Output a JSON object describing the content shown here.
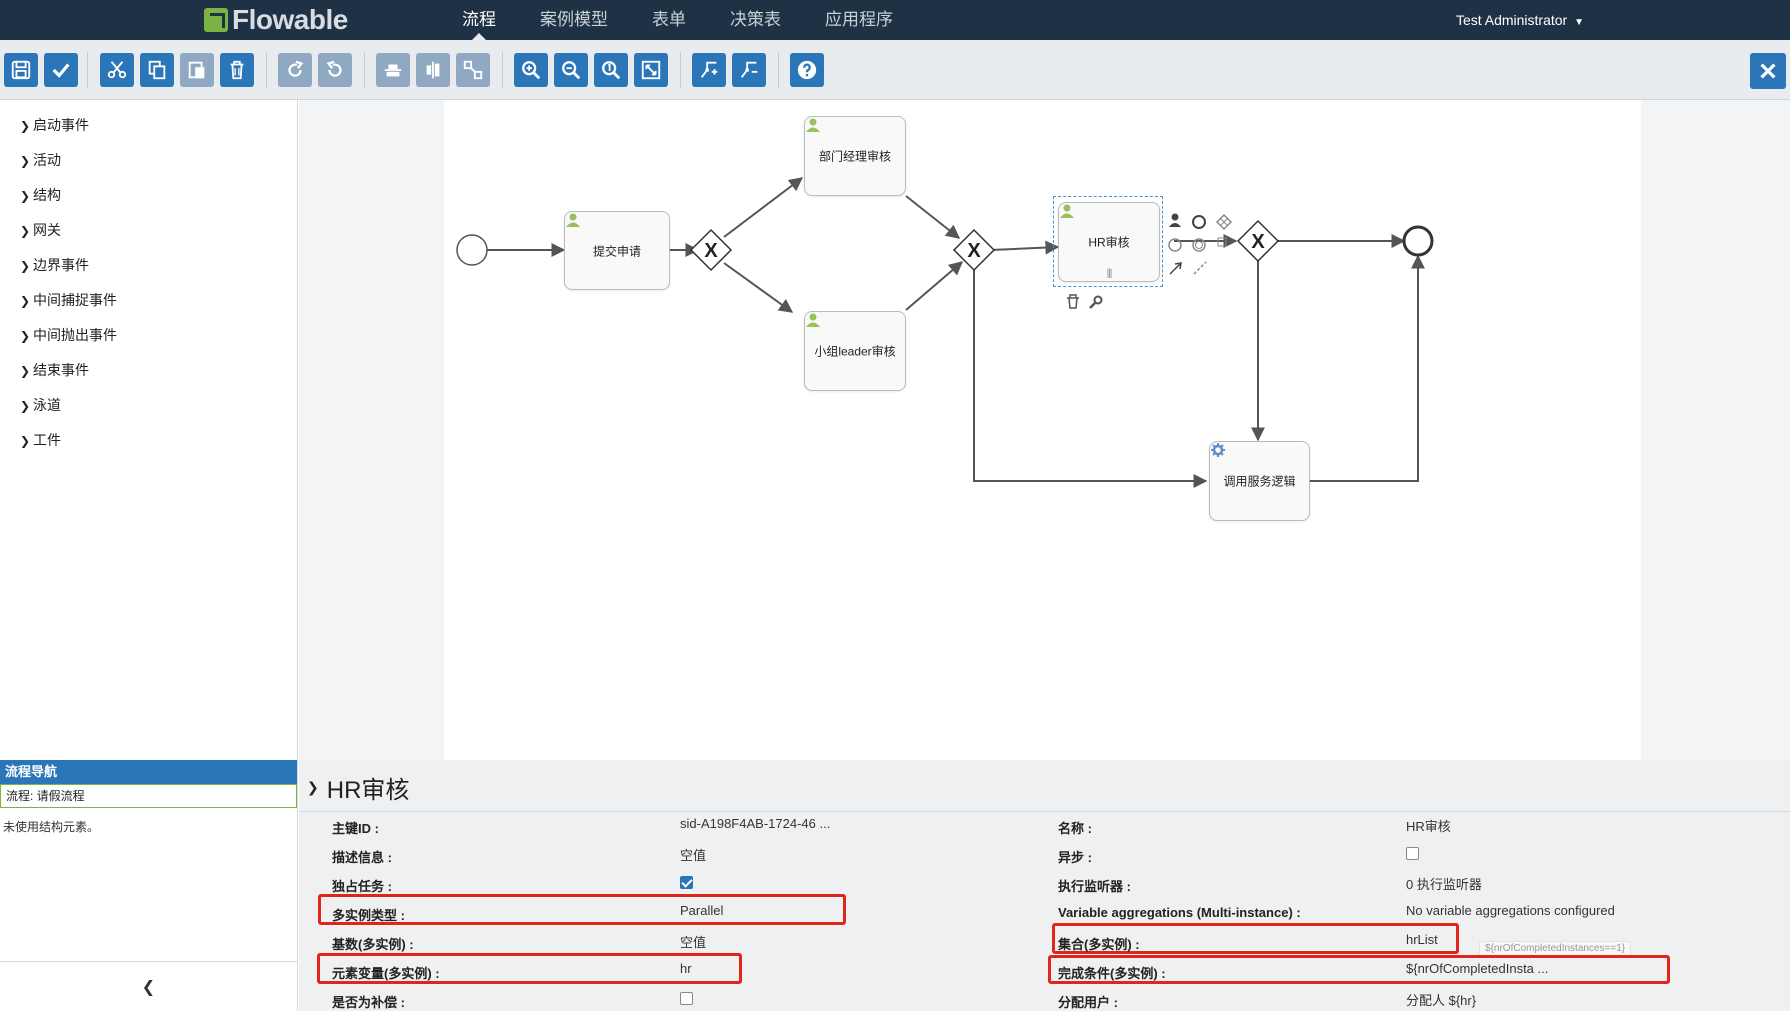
{
  "brand": {
    "name": "Flowable",
    "accent": "#7cb342",
    "primary": "#2a76b8",
    "nav_bg": "#1f3245"
  },
  "nav": {
    "tabs": [
      {
        "label": "流程",
        "active": true
      },
      {
        "label": "案例模型",
        "active": false
      },
      {
        "label": "表单",
        "active": false
      },
      {
        "label": "决策表",
        "active": false
      },
      {
        "label": "应用程序",
        "active": false
      }
    ],
    "user": "Test Administrator"
  },
  "toolbar": {
    "buttons": [
      "save-icon",
      "validate-icon",
      "cut-icon",
      "copy-icon",
      "paste-icon",
      "delete-icon",
      "redo-icon",
      "undo-icon",
      "align-horizontal-icon",
      "align-vertical-icon",
      "same-size-icon",
      "zoom-in-icon",
      "zoom-out-icon",
      "zoom-actual-icon",
      "zoom-fit-icon",
      "bend-point-add-icon",
      "bend-point-remove-icon",
      "help-icon"
    ],
    "close": "close-icon"
  },
  "palette": {
    "groups": [
      "启动事件",
      "活动",
      "结构",
      "网关",
      "边界事件",
      "中间捕捉事件",
      "中间抛出事件",
      "结束事件",
      "泳道",
      "工件"
    ]
  },
  "navigator": {
    "title": "流程导航",
    "process": "流程: 请假流程",
    "empty": "未使用结构元素。"
  },
  "diagram": {
    "tasks": {
      "submit": "提交申请",
      "dept_manager": "部门经理审核",
      "group_leader": "小组leader审核",
      "hr": "HR审核",
      "service": "调用服务逻辑"
    },
    "gateway_symbol": "X",
    "multi_instance_marker": "|||"
  },
  "properties": {
    "title": "HR审核",
    "left": [
      {
        "label": "主键ID :",
        "value": "sid-A198F4AB-1724-46 ..."
      },
      {
        "label": "描述信息 :",
        "value": "空值"
      },
      {
        "label": "独占任务 :",
        "checkbox": true
      },
      {
        "label": "多实例类型 :",
        "value": "Parallel"
      },
      {
        "label": "基数(多实例) :",
        "value": "空值"
      },
      {
        "label": "元素变量(多实例) :",
        "value": "hr"
      },
      {
        "label": "是否为补偿 :",
        "checkbox": false
      }
    ],
    "right": [
      {
        "label": "名称 :",
        "value": "HR审核"
      },
      {
        "label": "异步 :",
        "checkbox": false
      },
      {
        "label": "执行监听器 :",
        "value": "0 执行监听器"
      },
      {
        "label": "Variable aggregations (Multi-instance) :",
        "value": "No variable aggregations configured"
      },
      {
        "label": "集合(多实例) :",
        "value": "hrList"
      },
      {
        "label": "完成条件(多实例) :",
        "value": "${nrOfCompletedInsta ..."
      },
      {
        "label": "分配用户 :",
        "value": "分配人 ${hr}"
      }
    ],
    "tooltip": "${nrOfCompletedInstances==1}"
  }
}
